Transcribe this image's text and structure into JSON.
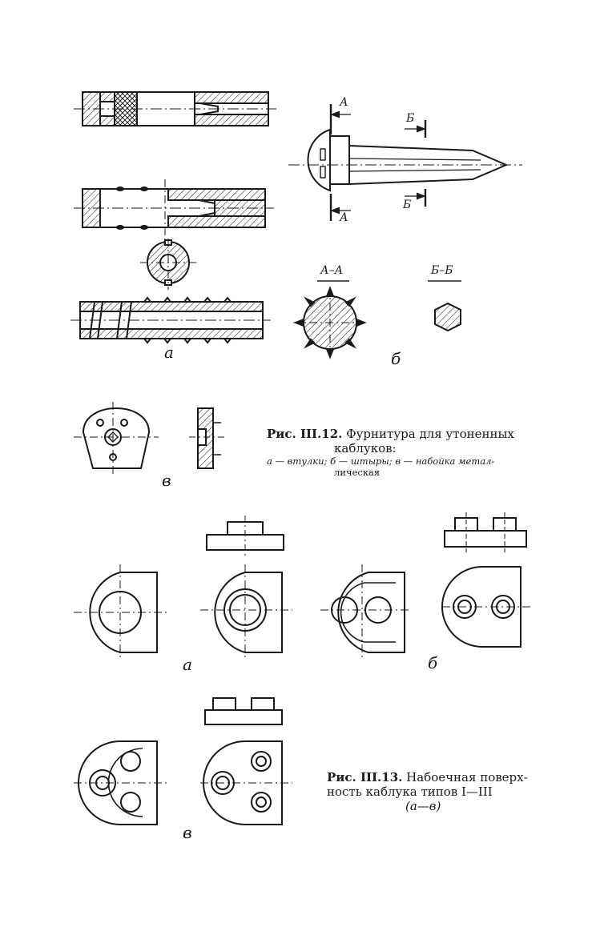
{
  "labels": {
    "a1": "а",
    "b1": "б",
    "v1": "в",
    "a2": "а",
    "b2": "б",
    "v2": "в",
    "sec_aa": "А–А",
    "sec_bb": "Б–Б",
    "arrow_a_top": "А",
    "arrow_a_bot": "А",
    "arrow_b_top": "Б",
    "arrow_b_bot": "Б"
  },
  "caption1": {
    "number": "Рис. III.12.",
    "title_l1": "Фурнитура для утоненных",
    "title_l2": "каблуков:",
    "legend_l1": "а — втулки; б — штыры; в — набойка метал-",
    "legend_l2": "лическая"
  },
  "caption2": {
    "number": "Рис. III.13.",
    "title_l1": "Набоечная поверх-",
    "title_l2": "ность каблука типов I—III",
    "title_l3": "(а—в)"
  }
}
